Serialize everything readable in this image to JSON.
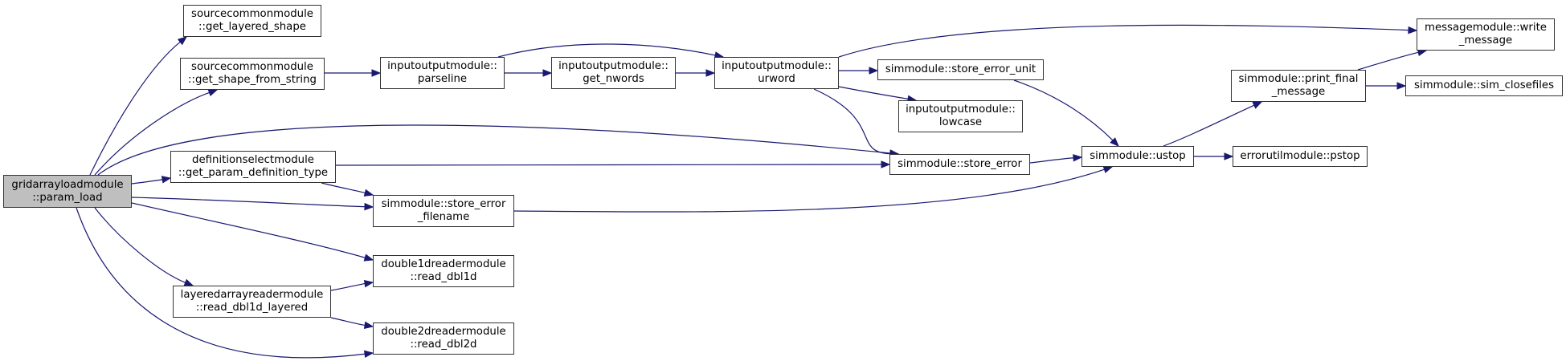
{
  "graph": {
    "type": "call-graph",
    "root": "param_load",
    "nodes": [
      {
        "id": "param_load",
        "label": "gridarrayloadmodule\n::param_load",
        "root": true
      },
      {
        "id": "get_layered_shape",
        "label": "sourcecommonmodule\n::get_layered_shape"
      },
      {
        "id": "get_shape_from_string",
        "label": "sourcecommonmodule\n::get_shape_from_string"
      },
      {
        "id": "get_param_definition_type",
        "label": "definitionselectmodule\n::get_param_definition_type"
      },
      {
        "id": "store_error_filename",
        "label": "simmodule::store_error\n_filename"
      },
      {
        "id": "read_dbl1d",
        "label": "double1dreadermodule\n::read_dbl1d"
      },
      {
        "id": "read_dbl1d_layered",
        "label": "layeredarrayreadermodule\n::read_dbl1d_layered"
      },
      {
        "id": "read_dbl2d",
        "label": "double2dreadermodule\n::read_dbl2d"
      },
      {
        "id": "parseline",
        "label": "inputoutputmodule::\nparseline"
      },
      {
        "id": "get_nwords",
        "label": "inputoutputmodule::\nget_nwords"
      },
      {
        "id": "urword",
        "label": "inputoutputmodule::\nurword"
      },
      {
        "id": "store_error_unit",
        "label": "simmodule::store_error_unit"
      },
      {
        "id": "lowcase",
        "label": "inputoutputmodule::\nlowcase"
      },
      {
        "id": "store_error",
        "label": "simmodule::store_error"
      },
      {
        "id": "ustop",
        "label": "simmodule::ustop"
      },
      {
        "id": "pstop",
        "label": "errorutilmodule::pstop"
      },
      {
        "id": "print_final_message",
        "label": "simmodule::print_final\n_message"
      },
      {
        "id": "write_message",
        "label": "messagemodule::write\n_message"
      },
      {
        "id": "sim_closefiles",
        "label": "simmodule::sim_closefiles"
      }
    ],
    "edges": [
      [
        "param_load",
        "get_layered_shape"
      ],
      [
        "param_load",
        "get_shape_from_string"
      ],
      [
        "param_load",
        "store_error"
      ],
      [
        "param_load",
        "get_param_definition_type"
      ],
      [
        "param_load",
        "store_error_filename"
      ],
      [
        "param_load",
        "read_dbl1d"
      ],
      [
        "param_load",
        "read_dbl1d_layered"
      ],
      [
        "param_load",
        "read_dbl2d"
      ],
      [
        "get_shape_from_string",
        "parseline"
      ],
      [
        "parseline",
        "get_nwords"
      ],
      [
        "parseline",
        "urword"
      ],
      [
        "get_nwords",
        "urword"
      ],
      [
        "urword",
        "write_message"
      ],
      [
        "urword",
        "store_error_unit"
      ],
      [
        "urword",
        "lowcase"
      ],
      [
        "urword",
        "store_error"
      ],
      [
        "store_error_unit",
        "ustop"
      ],
      [
        "get_param_definition_type",
        "store_error"
      ],
      [
        "get_param_definition_type",
        "store_error_filename"
      ],
      [
        "store_error",
        "ustop"
      ],
      [
        "store_error_filename",
        "ustop"
      ],
      [
        "read_dbl1d_layered",
        "read_dbl1d"
      ],
      [
        "read_dbl1d_layered",
        "read_dbl2d"
      ],
      [
        "ustop",
        "print_final_message"
      ],
      [
        "ustop",
        "pstop"
      ],
      [
        "print_final_message",
        "write_message"
      ],
      [
        "print_final_message",
        "sim_closefiles"
      ]
    ],
    "colors": {
      "edge": "#191970",
      "root_fill": "#bfbfbf",
      "node_fill": "#ffffff",
      "border": "#333333"
    }
  }
}
